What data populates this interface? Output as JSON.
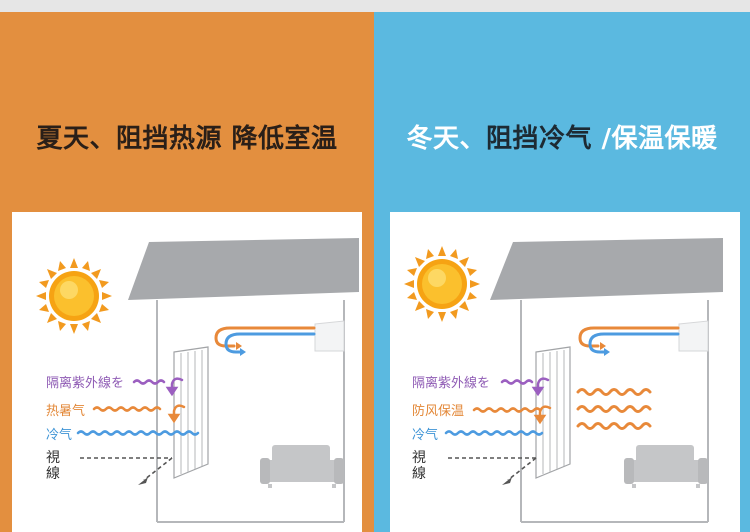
{
  "summer": {
    "headline": "夏天、阻挡热源 降低室温",
    "labels": {
      "uv": "隔离紫外線を",
      "heat": "热暑气",
      "cold": "冷气",
      "view": "視線"
    }
  },
  "winter": {
    "headline_part1": "冬天、",
    "headline_part2": "阻挡冷气",
    "headline_part3": " /保温保暖",
    "labels": {
      "uv": "隔离紫外線を",
      "warm": "防风保温",
      "cold": "冷气",
      "view": "視線"
    }
  },
  "colors": {
    "summer_bg": "#e38f3f",
    "winter_bg": "#5bb9e0",
    "uv_arrow": "#9b5fc0",
    "heat_arrow": "#e8893a",
    "cold_arrow": "#4d9be0",
    "roof": "#a7a9ac"
  },
  "icons": [
    "sun-icon",
    "roof-icon",
    "air-conditioner-icon",
    "sofa-icon",
    "window-blind-icon"
  ]
}
